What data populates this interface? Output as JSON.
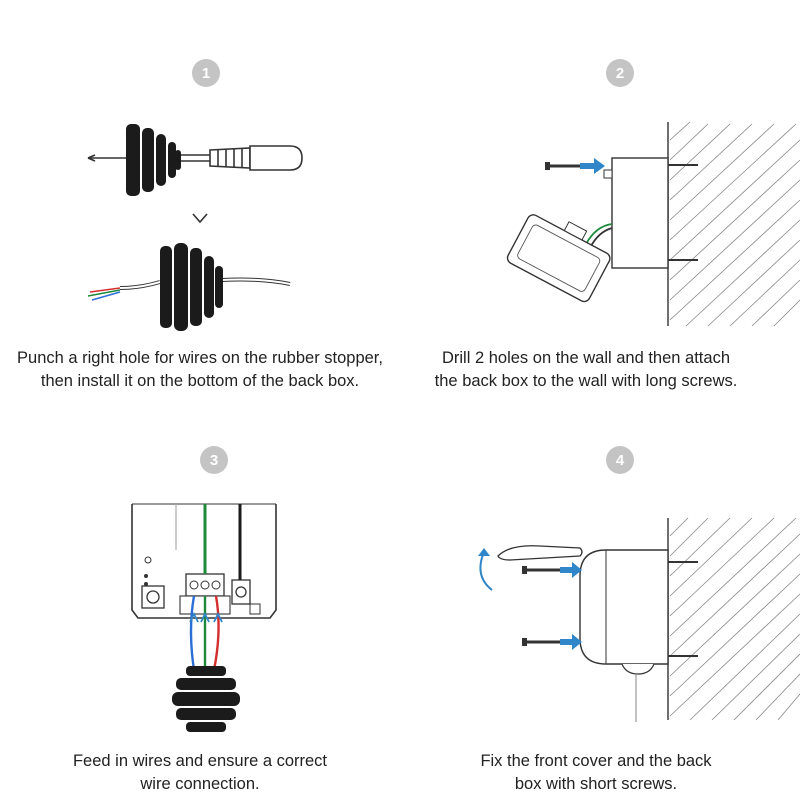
{
  "steps": [
    {
      "number": "1",
      "caption_line1": "Punch a right hole for wires on the rubber stopper,",
      "caption_line2": "then install it on the bottom of the back box."
    },
    {
      "number": "2",
      "caption_line1": "Drill 2 holes on the wall and then attach",
      "caption_line2": "the back box to the wall with long screws."
    },
    {
      "number": "3",
      "caption_line1": "Feed in wires and ensure a correct",
      "caption_line2": "wire connection."
    },
    {
      "number": "4",
      "caption_line1": "Fix the front cover and the back",
      "caption_line2": "box with short screws."
    }
  ],
  "colors": {
    "arrow": "#2f86c8",
    "badge": "#c4c4c4",
    "line": "#333333",
    "wire_green": "#1c8a3a",
    "wire_red": "#d32f2f",
    "wire_blue": "#2b6fd6"
  }
}
